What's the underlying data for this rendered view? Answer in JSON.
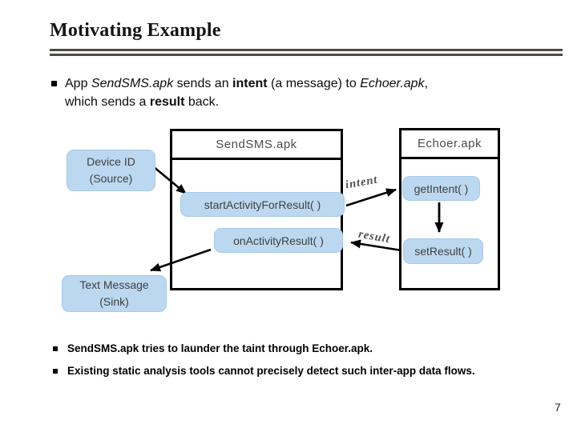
{
  "slide": {
    "title": "Motivating Example",
    "page_number": "7"
  },
  "intro_bullet": {
    "marker": "square",
    "parts": {
      "p1": "App ",
      "p2": "SendSMS.apk",
      "p3": " sends an ",
      "p4": "intent",
      "p5": " (a message) to ",
      "p6": "Echoer.apk",
      "p7": ",",
      "p8": "which sends a ",
      "p9": "result",
      "p10": " back."
    }
  },
  "diagram": {
    "containers": {
      "sendsms": {
        "title": "SendSMS.apk"
      },
      "echoer": {
        "title": "Echoer.apk"
      }
    },
    "nodes": {
      "device_id": {
        "line1": "Device ID",
        "line2": "(Source)"
      },
      "start_activity": {
        "label": "startActivityForResult( )"
      },
      "on_activity": {
        "label": "onActivityResult( )"
      },
      "get_intent": {
        "label": "getIntent( )"
      },
      "set_result": {
        "label": "setResult( )"
      },
      "text_message": {
        "line1": "Text Message",
        "line2": "(Sink)"
      }
    },
    "edge_labels": {
      "intent": "intent",
      "result": "result"
    },
    "colors": {
      "node_fill": "#bcd8f0",
      "node_border": "#a5c8e8",
      "container_border": "#000000",
      "arrow": "#000000",
      "edge_label_text": "#4f4f4f",
      "rule": "#4e4a47"
    }
  },
  "bottom_bullets": [
    {
      "text": "SendSMS.apk tries to launder the taint through Echoer.apk."
    },
    {
      "text": "Existing static analysis tools cannot precisely detect such inter-app data flows."
    }
  ]
}
